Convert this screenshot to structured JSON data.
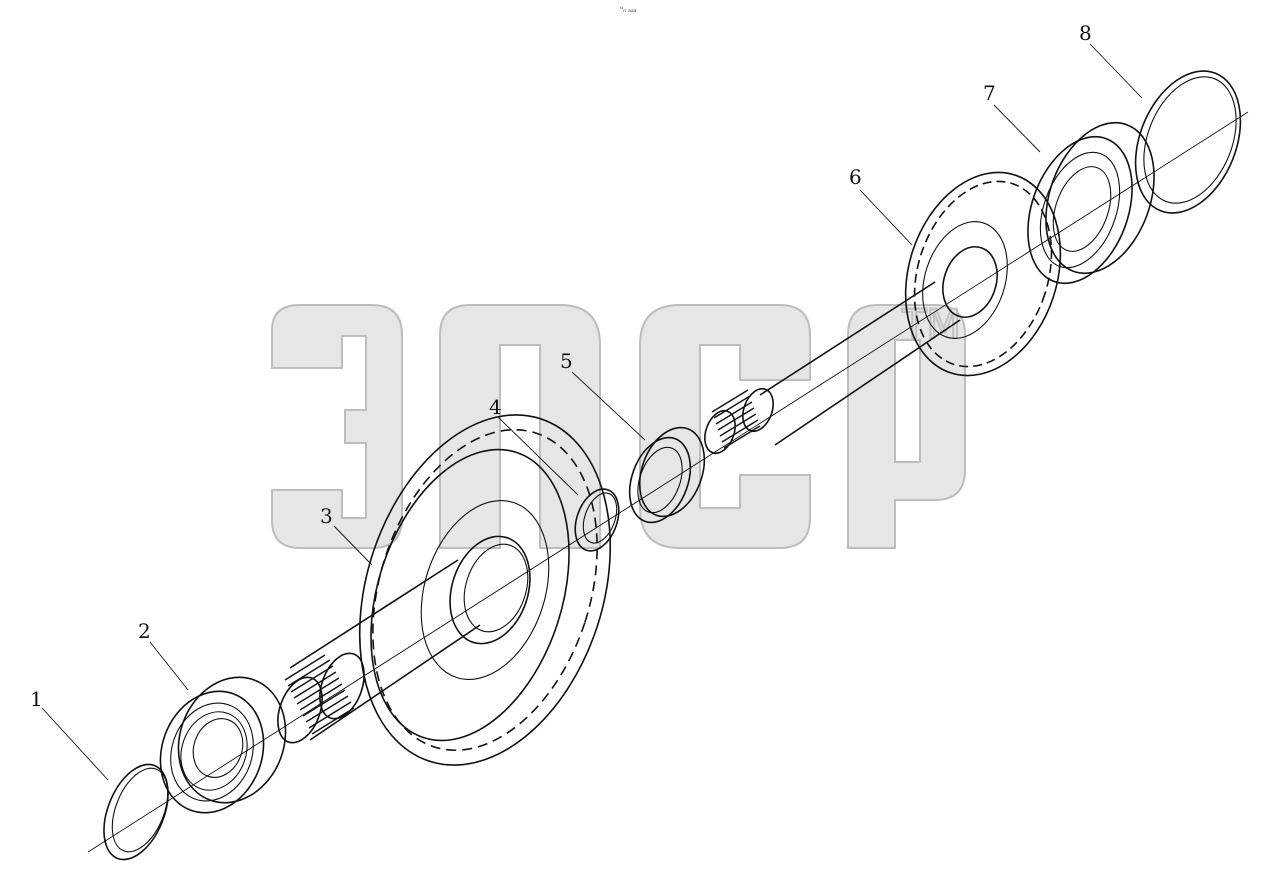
{
  "diagram": {
    "top_mark": "\"ₙ ₐₐₐ",
    "watermark": {
      "letters": "эпср",
      "tm": "TM"
    },
    "callouts": [
      {
        "id": 1,
        "label": "1"
      },
      {
        "id": 2,
        "label": "2"
      },
      {
        "id": 3,
        "label": "3"
      },
      {
        "id": 4,
        "label": "4"
      },
      {
        "id": 5,
        "label": "5"
      },
      {
        "id": 6,
        "label": "6"
      },
      {
        "id": 7,
        "label": "7"
      },
      {
        "id": 8,
        "label": "8"
      }
    ]
  }
}
